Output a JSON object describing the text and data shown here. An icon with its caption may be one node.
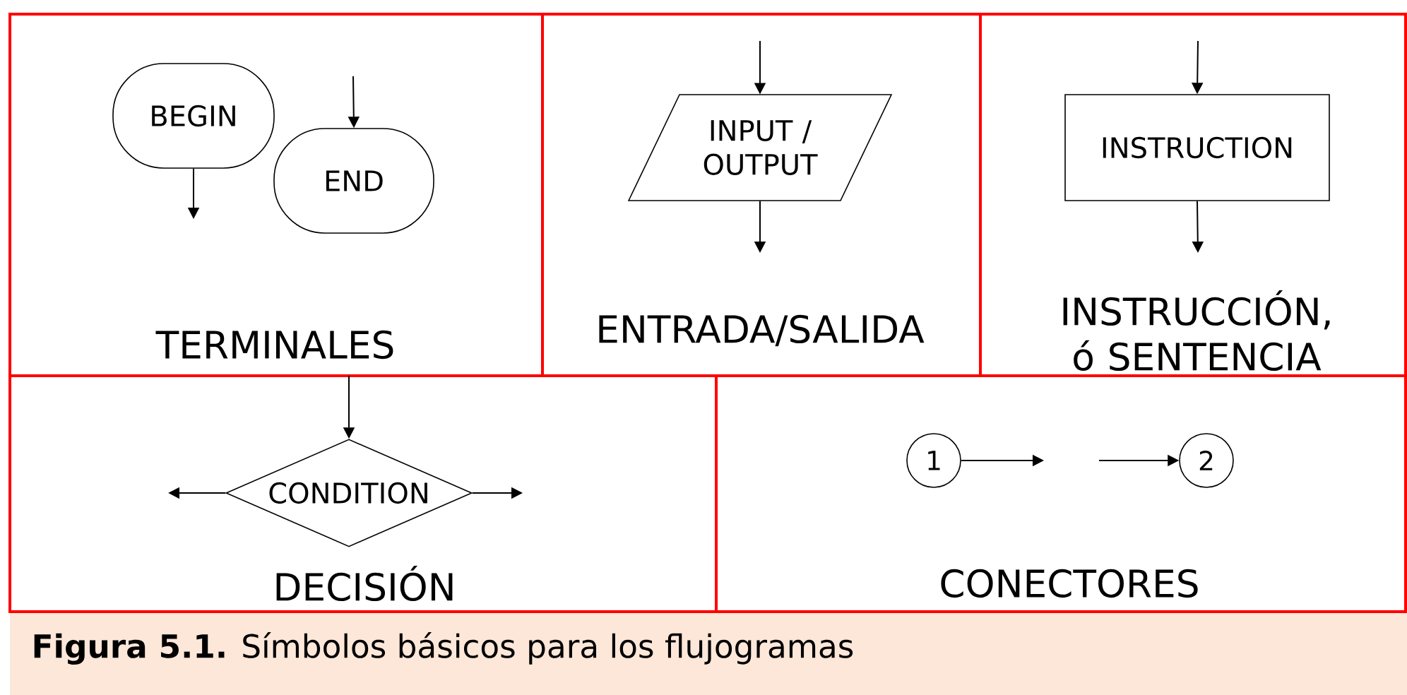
{
  "diagram": {
    "caption": "**Figura 5.1.** Símbolos básicos para los flujogramas",
    "nodes": [
      {
        "text": [
          "TERMINALES"
        ]
      },
      {
        "text": [
          "BEGIN"
        ],
        "in": 0
      },
      {
        "text": [
          "END"
        ],
        "in": 0
      },
      {
        "text": [
          "ENTRADA/SALIDA"
        ]
      },
      {
        "text": [
          "INPUT / OUTPUT"
        ],
        "in": 3
      },
      {
        "text": [
          "INSTRUCCIÓN, ó SENTENCIA"
        ]
      },
      {
        "text": [
          "INSTRUCTION"
        ],
        "in": 5
      },
      {
        "text": [
          "DECISIÓN"
        ]
      },
      {
        "text": [
          "CONDITION"
        ],
        "in": 7
      },
      {
        "text": [
          "CONECTORES"
        ]
      },
      {
        "text": [
          "1"
        ],
        "in": 9
      },
      {
        "text": [
          "2"
        ],
        "in": 9
      }
    ],
    "edges": [
      {
        "from": 1,
        "to": null,
        "arrow": "to"
      },
      {
        "from": null,
        "to": 2,
        "arrow": "to"
      },
      {
        "from": null,
        "to": 4,
        "arrow": "to"
      },
      {
        "from": 4,
        "to": null,
        "arrow": "to"
      },
      {
        "from": null,
        "to": 6,
        "arrow": "to"
      },
      {
        "from": 6,
        "to": null,
        "arrow": "to"
      },
      {
        "from": null,
        "to": 8,
        "arrow": "to"
      },
      {
        "from": 8,
        "to": null,
        "arrow": "to"
      },
      {
        "from": 8,
        "to": null,
        "arrow": "to"
      },
      {
        "from": 10,
        "to": null,
        "arrow": "to"
      },
      {
        "from": null,
        "to": 11,
        "arrow": "to"
      }
    ]
  }
}
